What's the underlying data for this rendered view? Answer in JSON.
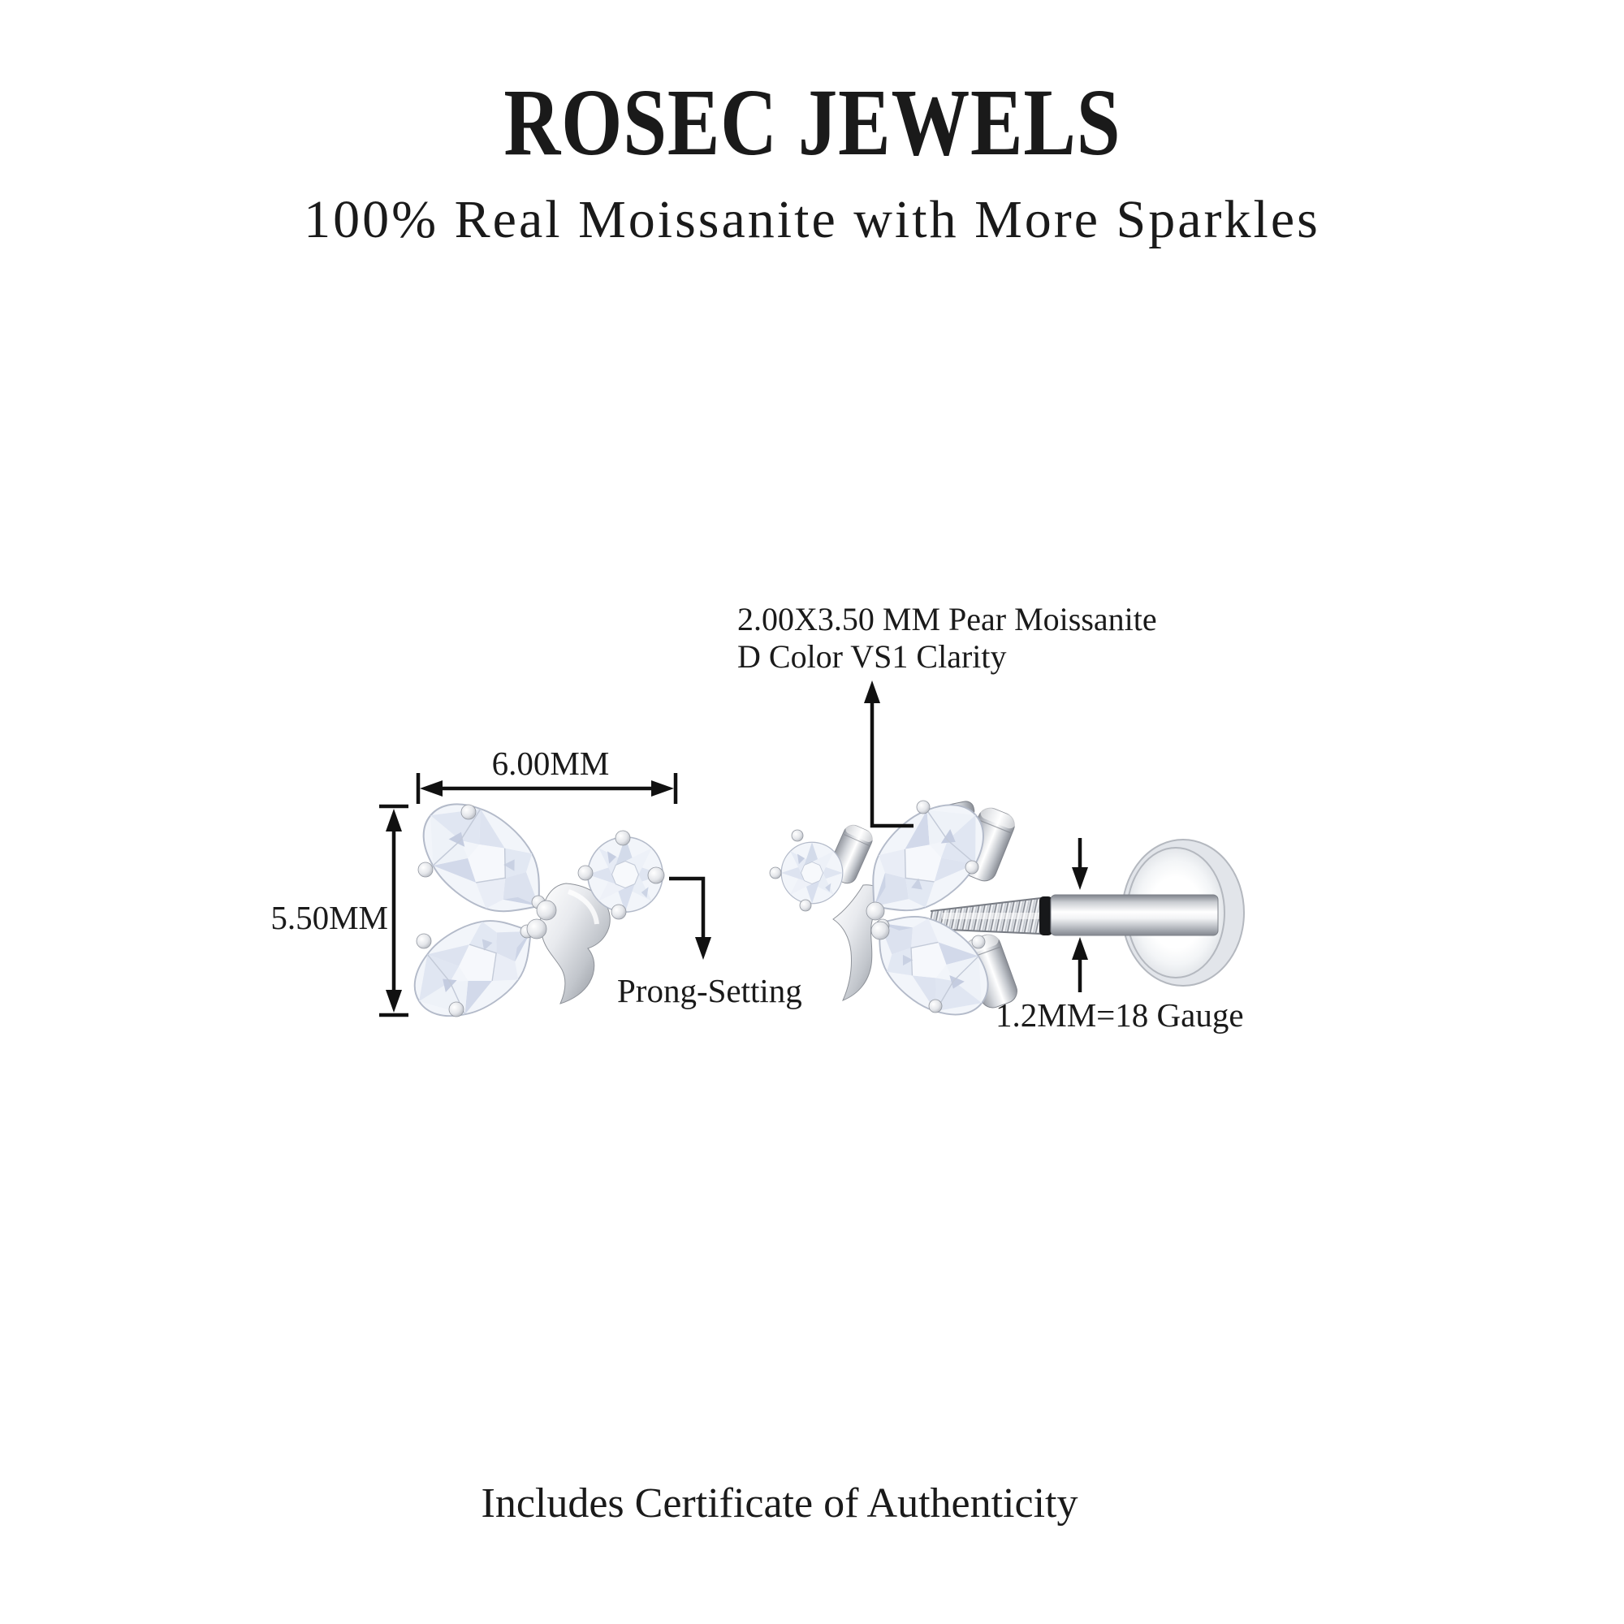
{
  "header": {
    "brand": "ROSEC JEWELS",
    "tagline": "100% Real Moissanite with More Sparkles"
  },
  "diagram": {
    "stone_callout": {
      "line1": "2.00X3.50 MM Pear Moissanite",
      "line2": "D Color VS1 Clarity"
    },
    "width_label": "6.00MM",
    "height_label": "5.50MM",
    "setting_label": "Prong-Setting",
    "gauge_label": "1.2MM=18 Gauge"
  },
  "footer": {
    "certificate_note": "Includes Certificate of Authenticity"
  },
  "colors": {
    "background": "#ffffff",
    "ink": "#1a1a1a",
    "metal_light": "#f4f5f7",
    "metal_mid": "#c3c7cd",
    "metal_dark": "#8e9299",
    "stone_tint": "#dfe5f0"
  }
}
